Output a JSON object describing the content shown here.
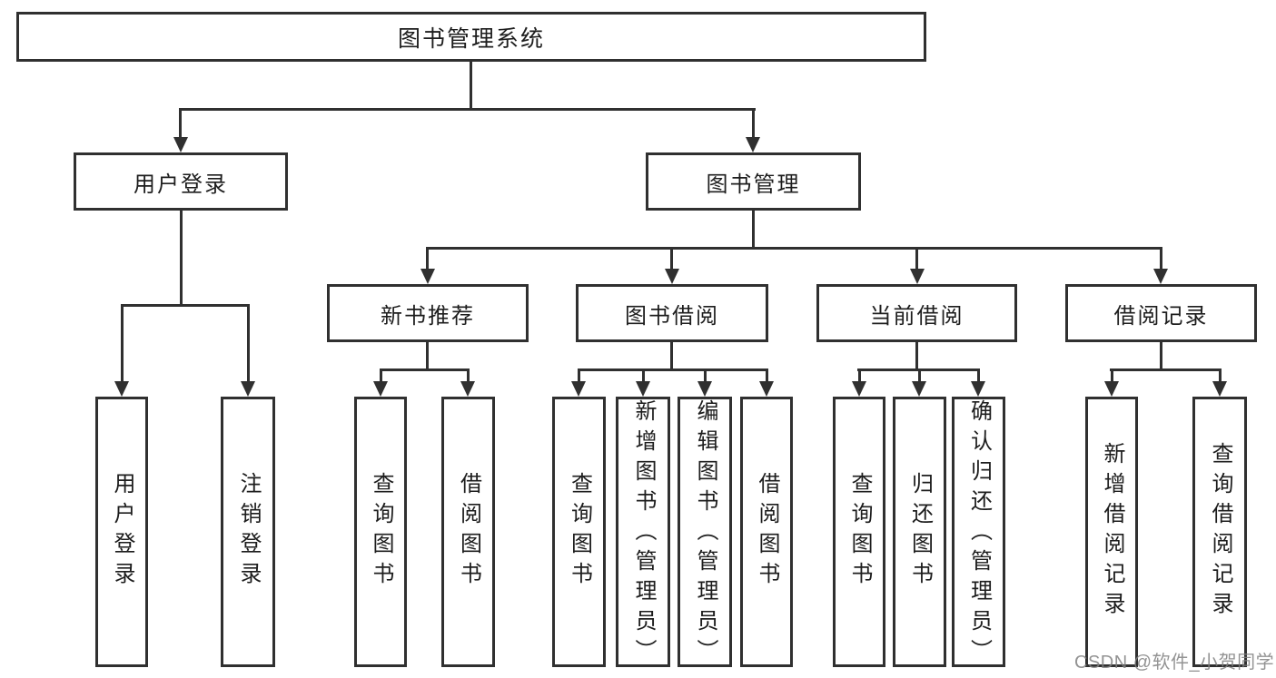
{
  "diagram": {
    "root": {
      "label": "图书管理系统"
    },
    "branches": [
      {
        "label": "用户登录",
        "children": [
          {
            "label": "用户登录"
          },
          {
            "label": "注销登录"
          }
        ]
      },
      {
        "label": "图书管理",
        "children": [
          {
            "label": "新书推荐",
            "children": [
              {
                "label": "查询图书"
              },
              {
                "label": "借阅图书"
              }
            ]
          },
          {
            "label": "图书借阅",
            "children": [
              {
                "label": "查询图书"
              },
              {
                "label": "新增图书（管理员）"
              },
              {
                "label": "编辑图书（管理员）"
              },
              {
                "label": "借阅图书"
              }
            ]
          },
          {
            "label": "当前借阅",
            "children": [
              {
                "label": "查询图书"
              },
              {
                "label": "归还图书"
              },
              {
                "label": "确认归还（管理员）"
              }
            ]
          },
          {
            "label": "借阅记录",
            "children": [
              {
                "label": "新增借阅记录"
              },
              {
                "label": "查询借阅记录"
              }
            ]
          }
        ]
      }
    ],
    "watermark": "CSDN @软件_小贺同学",
    "colors": {
      "line": "#303030",
      "text": "#1d1d1d",
      "box_bg": "#ffffff",
      "background": "#ffffff",
      "watermark": "#808080"
    }
  }
}
